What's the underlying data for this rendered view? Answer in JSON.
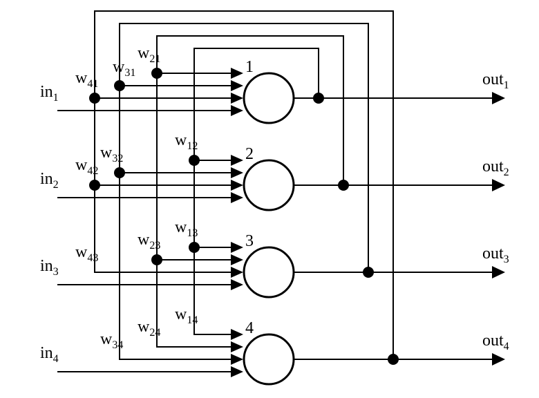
{
  "diagram": {
    "neurons": [
      {
        "label": "1",
        "input": {
          "base": "in",
          "sub": "1"
        },
        "output": {
          "base": "out",
          "sub": "1"
        }
      },
      {
        "label": "2",
        "input": {
          "base": "in",
          "sub": "2"
        },
        "output": {
          "base": "out",
          "sub": "2"
        }
      },
      {
        "label": "3",
        "input": {
          "base": "in",
          "sub": "3"
        },
        "output": {
          "base": "out",
          "sub": "3"
        }
      },
      {
        "label": "4",
        "input": {
          "base": "in",
          "sub": "4"
        },
        "output": {
          "base": "out",
          "sub": "4"
        }
      }
    ],
    "weights": [
      {
        "base": "w",
        "sub": "21"
      },
      {
        "base": "w",
        "sub": "31"
      },
      {
        "base": "w",
        "sub": "41"
      },
      {
        "base": "w",
        "sub": "12"
      },
      {
        "base": "w",
        "sub": "32"
      },
      {
        "base": "w",
        "sub": "42"
      },
      {
        "base": "w",
        "sub": "13"
      },
      {
        "base": "w",
        "sub": "23"
      },
      {
        "base": "w",
        "sub": "43"
      },
      {
        "base": "w",
        "sub": "14"
      },
      {
        "base": "w",
        "sub": "24"
      },
      {
        "base": "w",
        "sub": "34"
      }
    ]
  }
}
